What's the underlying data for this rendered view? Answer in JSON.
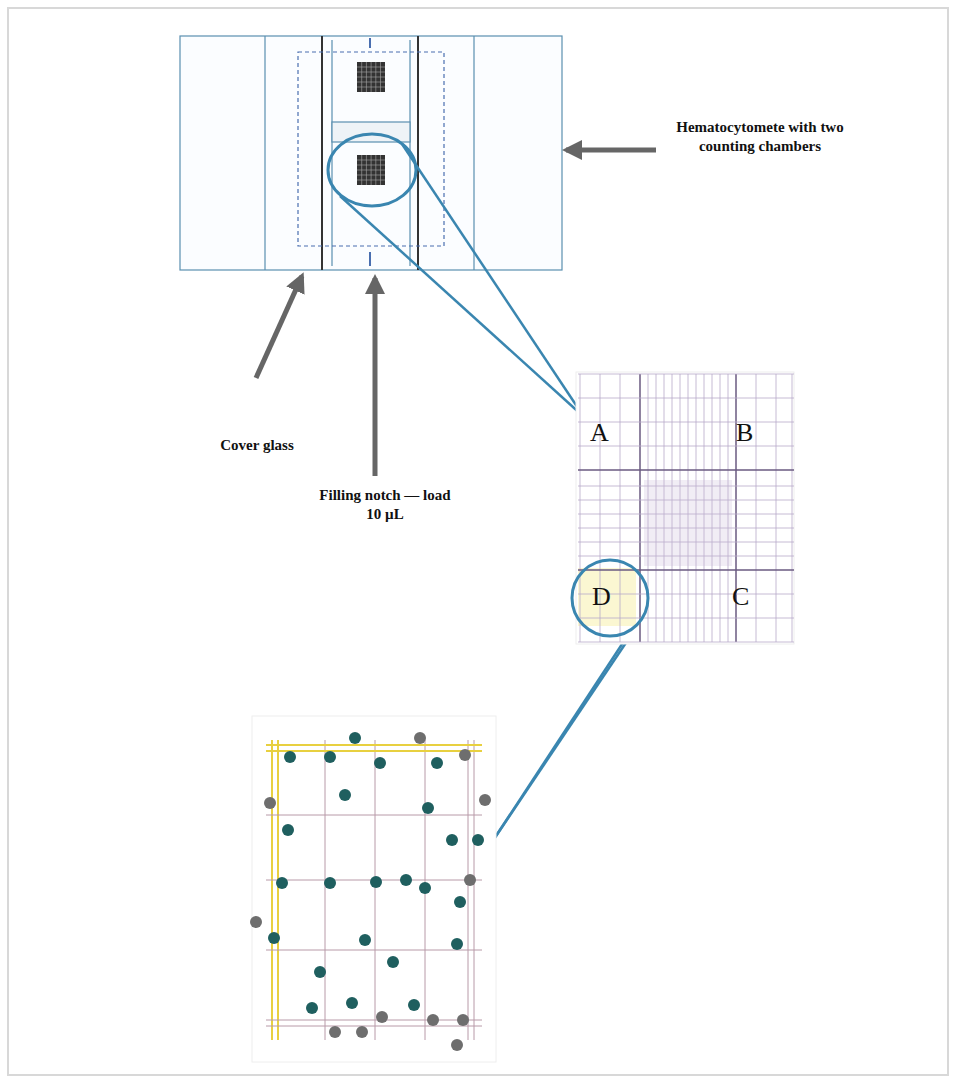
{
  "diagram": {
    "labels": [
      "Hematocytomete with two counting chambers",
      "Cover glass",
      "Filling notch — load 10 µL",
      "A",
      "B",
      "D",
      "C"
    ]
  }
}
